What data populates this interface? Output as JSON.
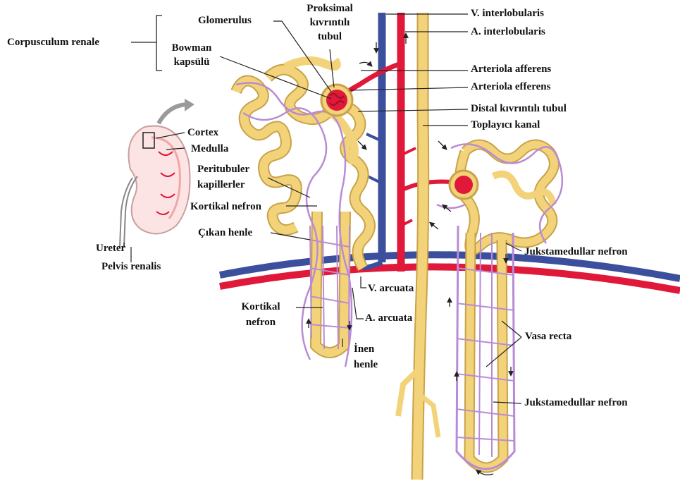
{
  "labels": {
    "corpusculum_renale": "Corpusculum renale",
    "glomerulus": "Glomerulus",
    "bowman_1": "Bowman",
    "bowman_2": "kapsülü",
    "proksimal_1": "Proksimal",
    "proksimal_2": "kıvrıntılı",
    "proksimal_3": "tubul",
    "v_interlobularis": "V. interlobularis",
    "a_interlobularis": "A. interlobularis",
    "arteriola_afferens": "Arteriola afferens",
    "arteriola_efferens": "Arteriola efferens",
    "distal_tubul": "Distal kıvrıntılı tubul",
    "toplayici_kanal": "Toplayıcı kanal",
    "cortex": "Cortex",
    "medulla": "Medulla",
    "peritubuler_1": "Peritubuler",
    "peritubuler_2": "kapillerler",
    "kortikal_nefron_top": "Kortikal nefron",
    "cikan_henle": "Çıkan henle",
    "ureter": "Ureter",
    "pelvis_renalis": "Pelvis renalis",
    "jukstamedullar_nefron_top": "Jukstamedullar nefron",
    "v_arcuata": "V. arcuata",
    "a_arcuata": "A. arcuata",
    "kortikal_1": "Kortikal",
    "kortikal_2": "nefron",
    "vasa_recta": "Vasa recta",
    "inen_1": "İnen",
    "inen_2": "henle",
    "jukstamedullar_nefron_bottom": "Jukstamedullar nefron"
  },
  "colors": {
    "tubule": "#f3d37a",
    "tubule_edge": "#c9a24a",
    "capillary": "#b98bd6",
    "artery": "#e0183a",
    "vein": "#3c4f9c",
    "leader": "#222222"
  }
}
